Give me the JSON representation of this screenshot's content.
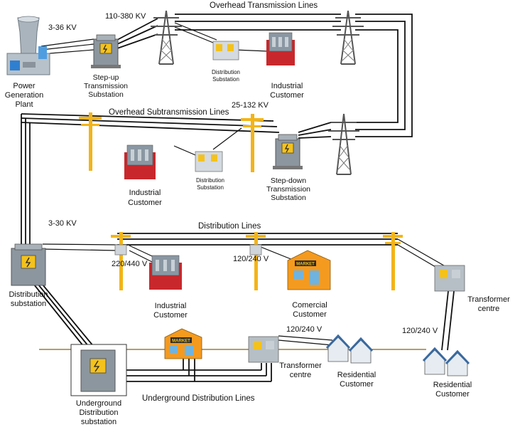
{
  "labels": {
    "plant": [
      "Power",
      "Generation",
      "Plant"
    ],
    "v_3_36": "3-36 KV",
    "v_110_380": "110-380 KV",
    "overhead_tx": "Overhead Transmission Lines",
    "stepup": [
      "Step-up",
      "Transmission",
      "Substation"
    ],
    "dist_sub_top": [
      "Distribution",
      "Substation"
    ],
    "ind_cust_top": [
      "Industrial",
      "Customer"
    ],
    "overhead_subtx": "Overhead Subtransmission Lines",
    "v_25_132": "25-132 KV",
    "ind_cust_mid": [
      "Industrial",
      "Customer"
    ],
    "dist_sub_mid": [
      "Distribution",
      "Substation"
    ],
    "stepdown": [
      "Step-down",
      "Transmission",
      "Substation"
    ],
    "v_3_30": "3-30 KV",
    "dist_lines": "Distribution Lines",
    "dist_substation": [
      "Distribution",
      "substation"
    ],
    "v_220_440": "220/440 V",
    "v_120_240_a": "120/240 V",
    "ind_cust_low": [
      "Industrial",
      "Customer"
    ],
    "comm_cust": [
      "Comercial",
      "Customer"
    ],
    "transformer_centre_r": [
      "Transformer",
      "centre"
    ],
    "v_120_240_b": "120/240 V",
    "v_120_240_c": "120/240 V",
    "transformer_centre_b": [
      "Transformer",
      "centre"
    ],
    "res_cust_b": [
      "Residential",
      "Customer"
    ],
    "res_cust_r": [
      "Residential",
      "Customer"
    ],
    "underground_sub": [
      "Underground",
      "Distribution",
      "substation"
    ],
    "underground_lines": "Underground Distribution Lines",
    "market": "MARKET"
  },
  "colors": {
    "pole": "#f2b418",
    "building_red": "#c8282c",
    "building_grey": "#8a97a3",
    "market_orange": "#f49a1f",
    "tower": "#555555",
    "ground": "#9b7b3c"
  }
}
